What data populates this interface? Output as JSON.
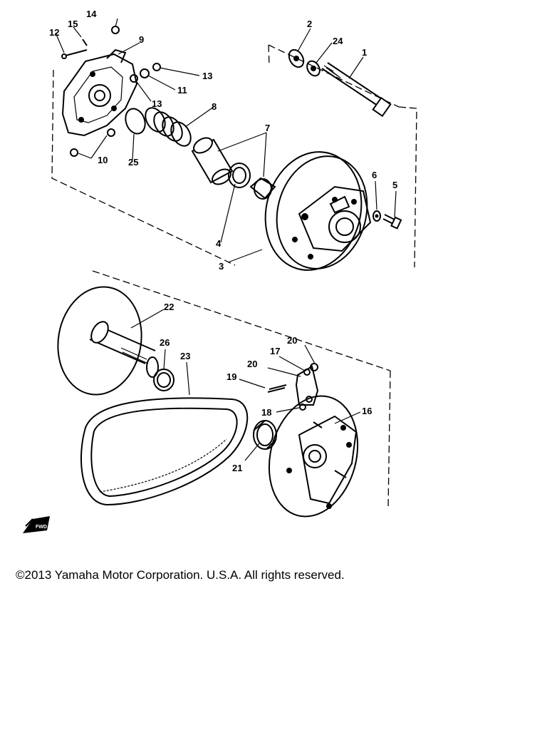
{
  "callouts": {
    "c1": "1",
    "c2": "2",
    "c3": "3",
    "c4": "4",
    "c5": "5",
    "c6": "6",
    "c7": "7",
    "c8": "8",
    "c9": "9",
    "c10": "10",
    "c11": "11",
    "c12": "12",
    "c13a": "13",
    "c13b": "13",
    "c14": "14",
    "c15": "15",
    "c16": "16",
    "c17": "17",
    "c18": "18",
    "c19": "19",
    "c20a": "20",
    "c20b": "20",
    "c21": "21",
    "c22": "22",
    "c23": "23",
    "c24": "24",
    "c25": "25",
    "c26": "26"
  },
  "copyright": "©2013 Yamaha Motor Corporation. U.S.A. All rights reserved.",
  "direction_arrow": "FWD"
}
